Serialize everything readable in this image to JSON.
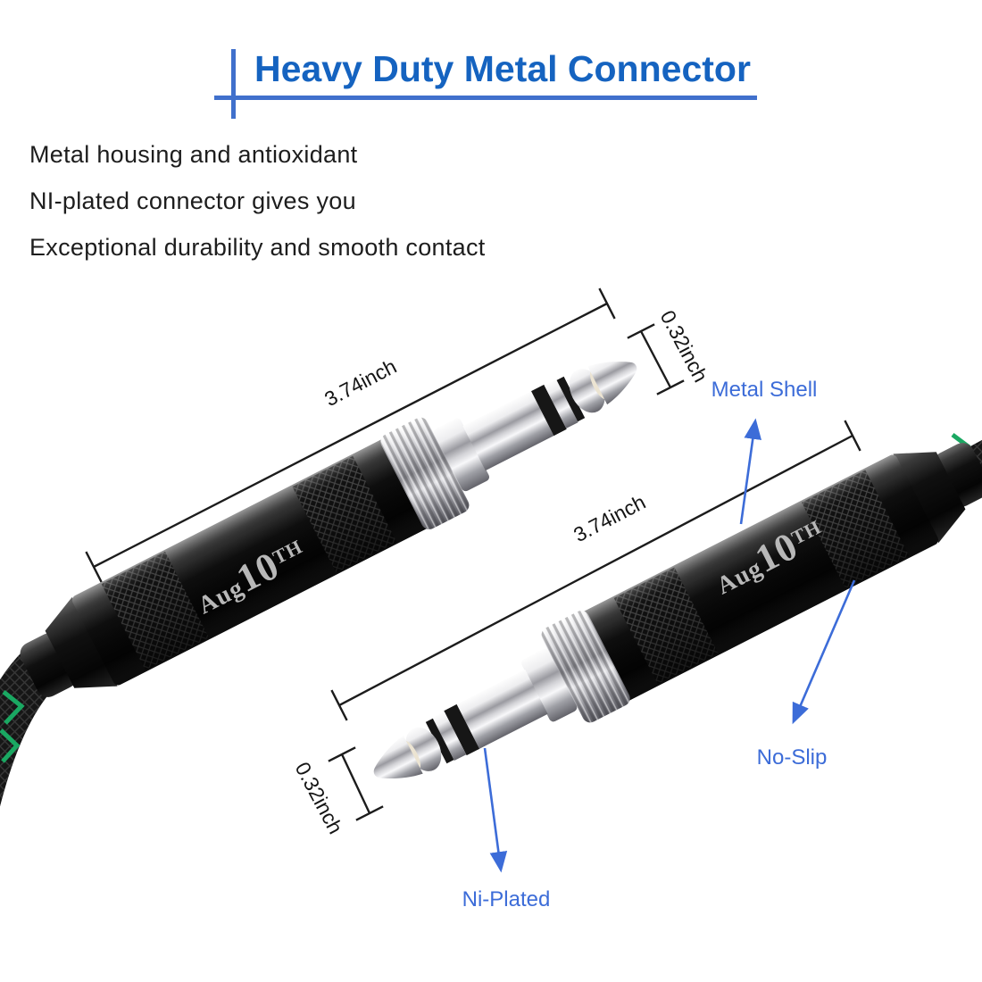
{
  "title": {
    "text": "Heavy Duty Metal Connector",
    "accent_color": "#1563c0",
    "rule_color": "#4070cc"
  },
  "description": {
    "lines": [
      "Metal housing and antioxidant",
      "NI-plated connector gives you",
      "Exceptional durability and smooth contact"
    ]
  },
  "dimensions": {
    "top_length": "3.74inch",
    "top_tip_diameter": "0.32inch",
    "bottom_length": "3.74inch",
    "bottom_tip_diameter": "0.32inch"
  },
  "callouts": {
    "metal_shell": "Metal Shell",
    "no_slip": "No-Slip",
    "ni_plated": "Ni-Plated",
    "color": "#3c6cd8"
  },
  "product": {
    "brand_logo": {
      "prefix": "Aug",
      "number": "10",
      "suffix": "TH"
    },
    "cable_accent_color": "#1aa862"
  }
}
